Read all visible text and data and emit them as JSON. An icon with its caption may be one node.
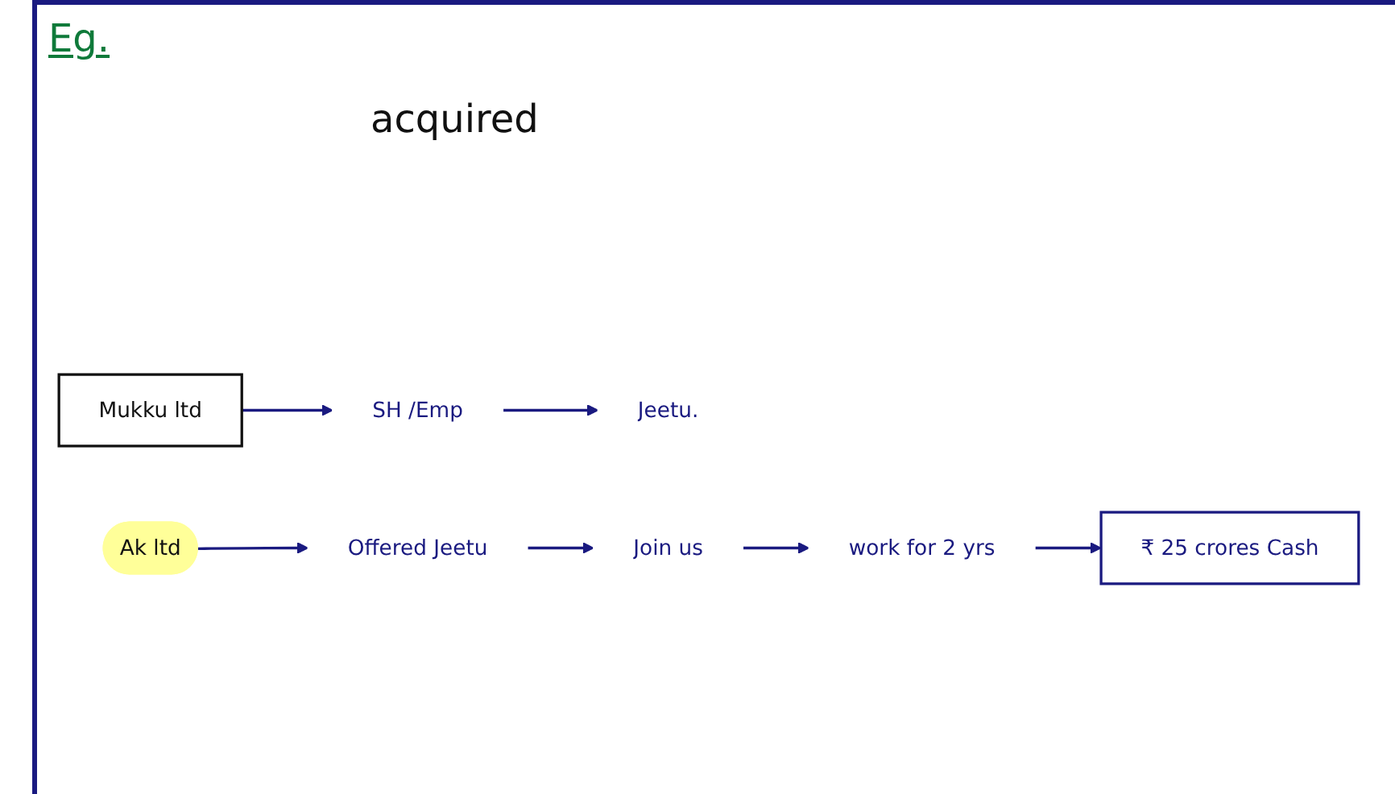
{
  "diagram": {
    "title": "Eg.",
    "nodes": [
      {
        "text": [
          "Ak ltd"
        ]
      },
      {
        "text": [
          "Mukku ltd"
        ]
      },
      {
        "text": [
          "SH /Emp"
        ]
      },
      {
        "text": [
          "Jeetu."
        ]
      },
      {
        "text": [
          "Offered Jeetu"
        ]
      },
      {
        "text": [
          "Join us"
        ]
      },
      {
        "text": [
          "work for 2 yrs"
        ]
      },
      {
        "text": [
          "₹ 25 crores Cash"
        ]
      }
    ],
    "edges": [
      {
        "from": 1,
        "to": 2,
        "arrow": "to"
      },
      {
        "from": 2,
        "to": 3,
        "arrow": "to"
      },
      {
        "from": 0,
        "to": 4,
        "arrow": "to"
      },
      {
        "from": 4,
        "to": 5,
        "arrow": "to"
      },
      {
        "from": 5,
        "to": 6,
        "arrow": "to"
      },
      {
        "from": 6,
        "to": 7,
        "arrow": "to"
      }
    ],
    "labels": [
      "acquired"
    ]
  }
}
